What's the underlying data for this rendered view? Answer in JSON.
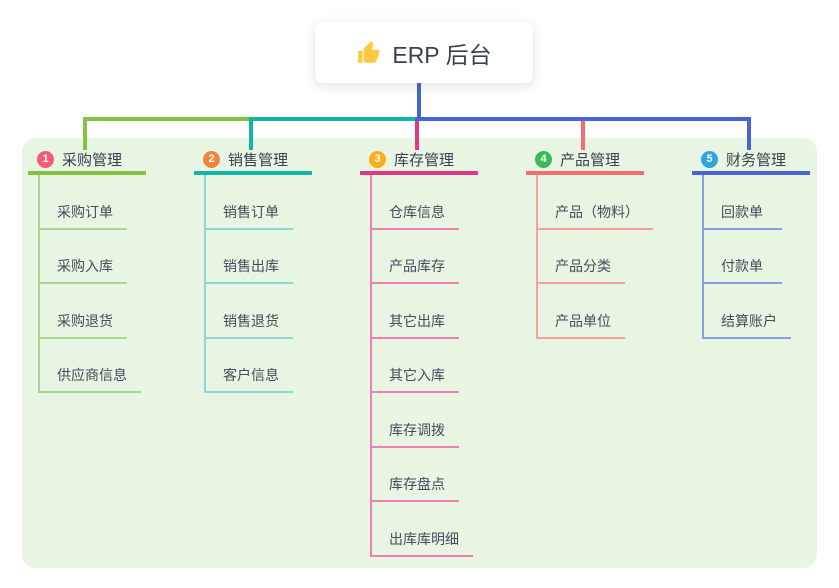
{
  "root": {
    "icon": "thumbs-up-icon",
    "icon_color": "#FFC83D",
    "label": "ERP 后台"
  },
  "canvas": {
    "background": "#ffffff",
    "panel_background": "#E7F5E2"
  },
  "connector": {
    "root_color": "#4663D8"
  },
  "branches": [
    {
      "badge": "1",
      "badge_color": "#F25C77",
      "color": "#85C242",
      "light_color": "#ABD68B",
      "label": "采购管理",
      "children": [
        "采购订单",
        "采购入库",
        "采购退货",
        "供应商信息"
      ]
    },
    {
      "badge": "2",
      "badge_color": "#F0863C",
      "color": "#12B5A8",
      "light_color": "#8AD9D2",
      "label": "销售管理",
      "children": [
        "销售订单",
        "销售出库",
        "销售退货",
        "客户信息"
      ]
    },
    {
      "badge": "3",
      "badge_color": "#FCAF1B",
      "color": "#E23784",
      "light_color": "#F07EB2",
      "label": "库存管理",
      "children": [
        "仓库信息",
        "产品库存",
        "其它出库",
        "其它入库",
        "库存调拨",
        "库存盘点",
        "出库库明细"
      ]
    },
    {
      "badge": "4",
      "badge_color": "#35BC56",
      "color": "#F56E6E",
      "light_color": "#F8A19B",
      "label": "产品管理",
      "children": [
        "产品（物料）",
        "产品分类",
        "产品单位"
      ]
    },
    {
      "badge": "5",
      "badge_color": "#2BA6E3",
      "color": "#4663D8",
      "light_color": "#8B9CE2",
      "label": "财务管理",
      "children": [
        "回款单",
        "付款单",
        "结算账户"
      ]
    }
  ]
}
